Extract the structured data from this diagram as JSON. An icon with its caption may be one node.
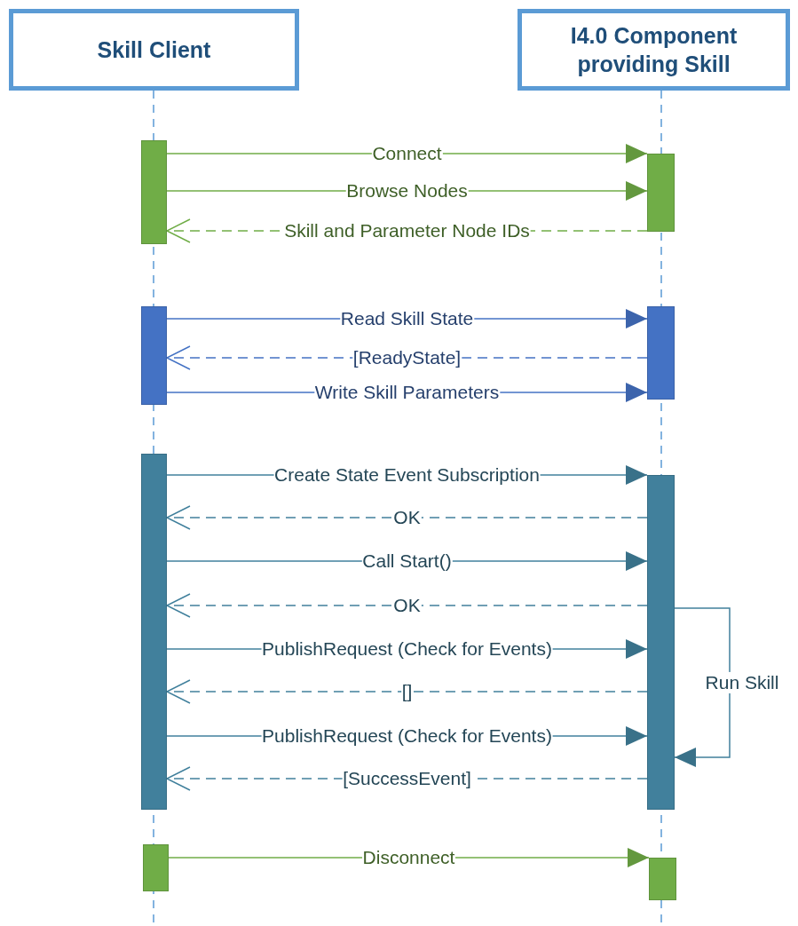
{
  "diagram": {
    "nodes": [
      {
        "text": [
          "Skill Client"
        ]
      },
      {
        "text": [
          "I4.0 Component providing Skill"
        ]
      },
      {
        "text": [],
        "shape": "bar"
      },
      {
        "text": [],
        "shape": "bar"
      },
      {
        "text": [],
        "shape": "bar"
      },
      {
        "text": [],
        "shape": "bar"
      },
      {
        "text": [],
        "shape": "bar"
      },
      {
        "text": [],
        "shape": "bar"
      },
      {
        "text": [],
        "shape": "bar"
      },
      {
        "text": [],
        "shape": "bar"
      }
    ],
    "edges": [
      {
        "from": 2,
        "to": 3,
        "arrow": "to",
        "label": "Connect",
        "color": "#70ad47"
      },
      {
        "from": 2,
        "to": 3,
        "arrow": "to",
        "label": "Browse Nodes",
        "color": "#70ad47"
      },
      {
        "from": 3,
        "to": 2,
        "arrow": "to",
        "label": "Skill and Parameter Node IDs",
        "style": "dashed",
        "color": "#70ad47"
      },
      {
        "from": 4,
        "to": 5,
        "arrow": "to",
        "label": "Read Skill State",
        "color": "#4472c4"
      },
      {
        "from": 5,
        "to": 4,
        "arrow": "to",
        "label": "[ReadyState]",
        "style": "dashed",
        "color": "#4472c4"
      },
      {
        "from": 4,
        "to": 5,
        "arrow": "to",
        "label": "Write Skill Parameters",
        "color": "#4472c4"
      },
      {
        "from": 6,
        "to": 7,
        "arrow": "to",
        "label": "Create State Event Subscription"
      },
      {
        "from": 7,
        "to": 6,
        "arrow": "to",
        "label": "OK",
        "style": "dashed"
      },
      {
        "from": 6,
        "to": 7,
        "arrow": "to",
        "label": "Call Start()"
      },
      {
        "from": 7,
        "to": 6,
        "arrow": "to",
        "label": "OK",
        "style": "dashed"
      },
      {
        "from": 6,
        "to": 7,
        "arrow": "to",
        "label": "PublishRequest (Check for Events)"
      },
      {
        "from": 7,
        "to": 6,
        "arrow": "to",
        "label": "[]",
        "style": "dashed"
      },
      {
        "from": 6,
        "to": 7,
        "arrow": "to",
        "label": "PublishRequest (Check for Events)"
      },
      {
        "from": 7,
        "to": 6,
        "arrow": "to",
        "label": "[SuccessEvent]",
        "style": "dashed"
      },
      {
        "from": 7,
        "to": 7,
        "arrow": "to",
        "label": "Run Skill"
      },
      {
        "from": 8,
        "to": 9,
        "arrow": "to",
        "label": "Disconnect",
        "color": "#70ad47"
      }
    ]
  }
}
